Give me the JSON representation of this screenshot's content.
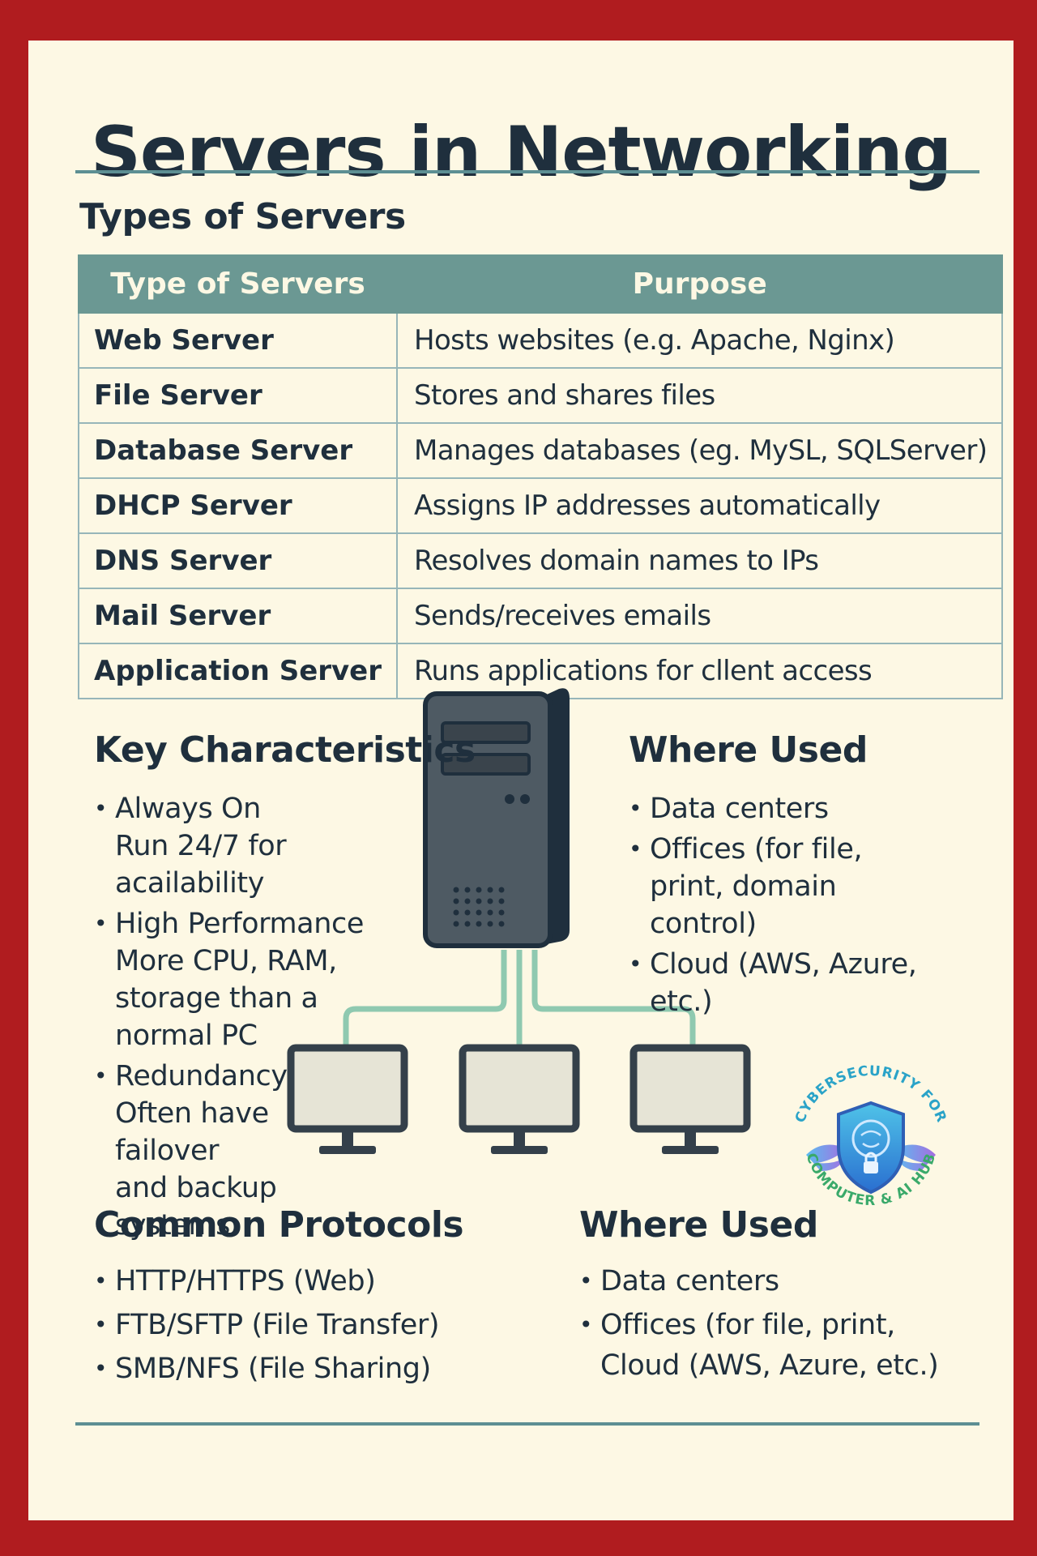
{
  "title": "Servers in Networking",
  "types": {
    "heading": "Types of Servers",
    "columns": [
      "Type of Servers",
      "Purpose"
    ],
    "rows": [
      {
        "type": "Web Server",
        "purpose": "Hosts websites (e.g. Apache, Nginx)"
      },
      {
        "type": "File Server",
        "purpose": "Stores and shares files"
      },
      {
        "type": "Database Server",
        "purpose": "Manages databases (eg. MySL, SQLServer)"
      },
      {
        "type": "DHCP Server",
        "purpose": "Assigns IP addresses automatically"
      },
      {
        "type": "DNS Server",
        "purpose": "Resolves domain names to IPs"
      },
      {
        "type": "Mail Server",
        "purpose": "Sends/receives emails"
      },
      {
        "type": "Application Server",
        "purpose": "Runs applications for cllent access"
      }
    ]
  },
  "key_characteristics": {
    "heading": "Key Characteristics",
    "items": [
      {
        "title": "Always On",
        "detail": "Run 24/7 for acailability"
      },
      {
        "title": "High Performance",
        "detail": "More CPU, RAM, storage than a normal PC"
      },
      {
        "title": "Redundancy",
        "detail": "Often have failover and backup systems"
      }
    ]
  },
  "where_used_top": {
    "heading": "Where Used",
    "items": [
      "Data centers",
      "Offices (for file, print, domain control)",
      "Cloud (AWS, Azure, etc.)"
    ]
  },
  "common_protocols": {
    "heading": "Common Protocols",
    "items": [
      "HTTP/HTTPS (Web)",
      "FTB/SFTP (File Transfer)",
      "SMB/NFS (File Sharing)"
    ]
  },
  "where_used_bottom": {
    "heading": "Where Used",
    "items": [
      "Data centers",
      "Offices (for file, print, Cloud (AWS, Azure, etc.)"
    ]
  },
  "logo": {
    "text_top": "CYBERSECURITY FOR",
    "text_bottom": "COMPUTER & AI HUB"
  },
  "colors": {
    "border": "#b01c1f",
    "background": "#fdf8e4",
    "teal": "#6b9893",
    "text": "#1f2f3d"
  }
}
